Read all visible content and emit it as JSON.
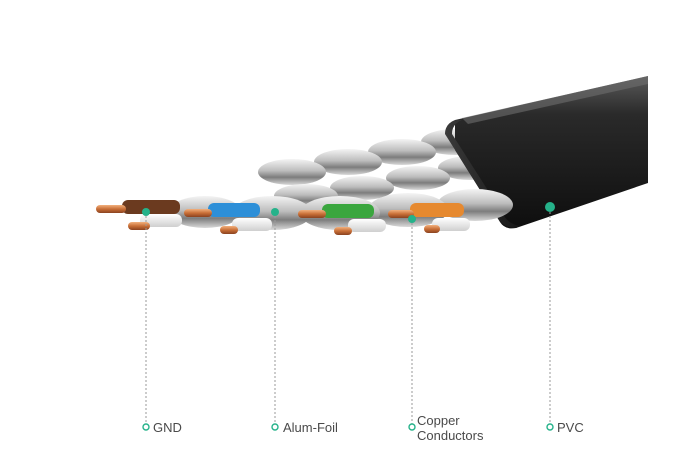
{
  "accent_color": "#25b28a",
  "labels": {
    "gnd": "GND",
    "alum_foil": "Alum-Foil",
    "copper_line1": "Copper",
    "copper_line2": "Conductors",
    "pvc": "PVC"
  }
}
